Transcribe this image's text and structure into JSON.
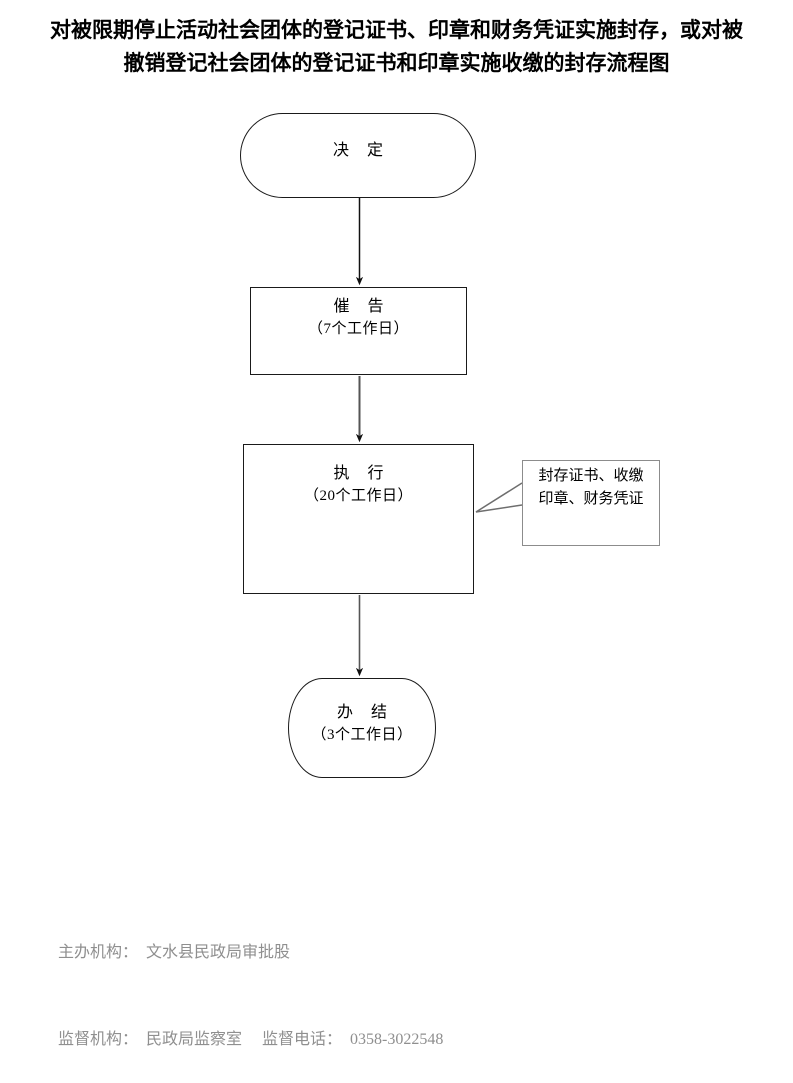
{
  "title": {
    "line1": "对被限期停止活动社会团体的登记证书、印章和财务凭证实施封存，或对被",
    "line2": "撤销登记社会团体的登记证书和印章实施收缴的封存流程图"
  },
  "flowchart": {
    "type": "flowchart",
    "orientation": "vertical",
    "nodes": [
      {
        "id": "decision",
        "shape": "terminator",
        "main": "决 定",
        "sub": ""
      },
      {
        "id": "notice",
        "shape": "process",
        "main": "催 告",
        "sub": "（7个工作日）"
      },
      {
        "id": "execute",
        "shape": "process",
        "main": "执 行",
        "sub": "（20个工作日）"
      },
      {
        "id": "complete",
        "shape": "terminator",
        "main": "办 结",
        "sub": "（3个工作日）"
      }
    ],
    "callout": {
      "line1": "封存证书、收缴",
      "line2": "印章、财务凭证",
      "attached_to": "execute"
    },
    "edges": [
      {
        "from": "decision",
        "to": "notice"
      },
      {
        "from": "notice",
        "to": "execute"
      },
      {
        "from": "execute",
        "to": "complete"
      }
    ]
  },
  "footer": {
    "line1": "主办机构：  文水县民政局审批股",
    "line2": "监督机构：  民政局监察室     监督电话：  0358-3022548"
  },
  "colors": {
    "node_border": "#1a1a1a",
    "callout_border": "#8c8c8c",
    "connector": "#444444",
    "text": "#000000",
    "footer_text": "#8f8f8f",
    "background": "#ffffff"
  }
}
